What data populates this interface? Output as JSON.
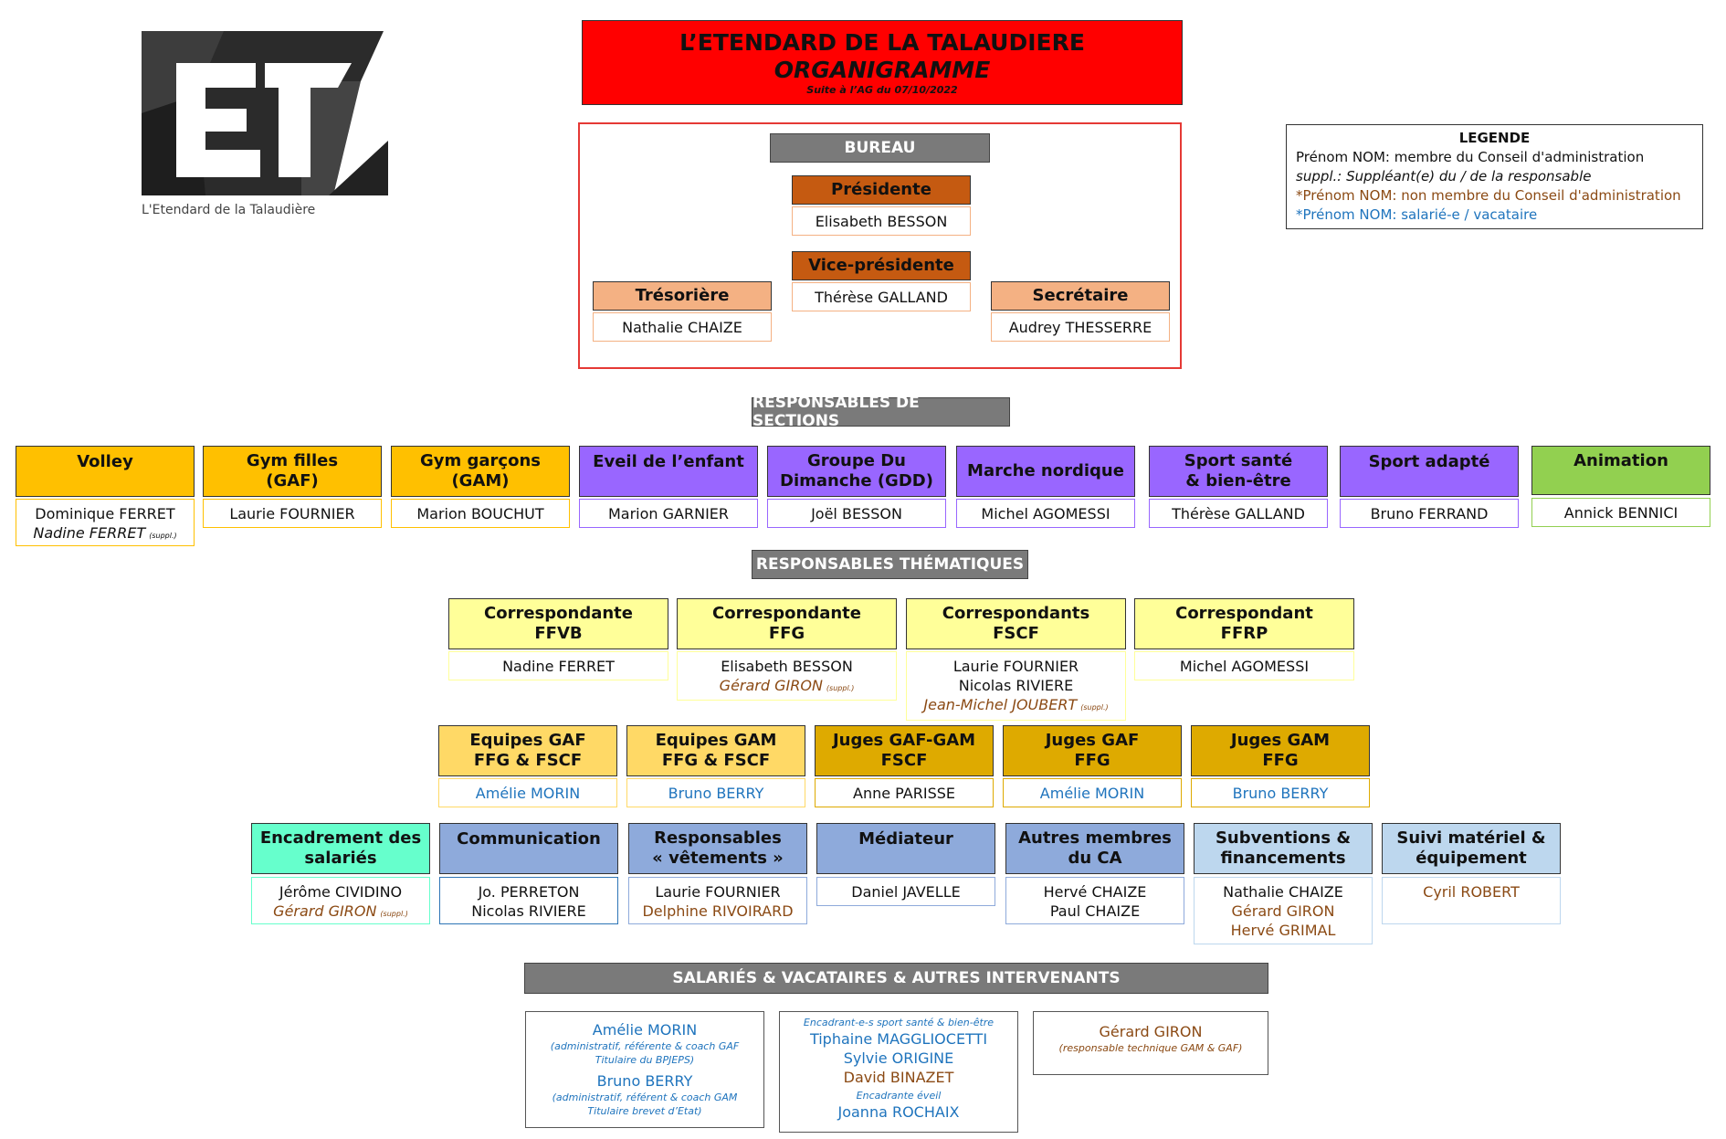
{
  "logo": {
    "caption": "L'Etendard de la Talaudière"
  },
  "title": {
    "line1": "L’ETENDARD DE LA TALAUDIERE",
    "line2": "ORGANIGRAMME",
    "line3": "Suite à l’AG du 07/10/2022"
  },
  "legend": {
    "title": "LEGENDE",
    "l1": "Prénom NOM: membre du Conseil d'administration",
    "l2": "suppl.: Suppléant(e)  du / de la responsable",
    "l3": "*Prénom  NOM: non membre du Conseil d'administration",
    "l4": "*Prénom  NOM: salarié-e  / vacataire"
  },
  "bureau": {
    "title": "BUREAU",
    "presidente": {
      "role": "Présidente",
      "name": "Elisabeth  BESSON"
    },
    "vice": {
      "role": "Vice-présidente",
      "name": "Thérèse  GALLAND"
    },
    "tresoriere": {
      "role": "Trésorière",
      "name": "Nathalie  CHAIZE"
    },
    "secretaire": {
      "role": "Secrétaire",
      "name": "Audrey  THESSERRE"
    }
  },
  "sections": {
    "title": "RESPONSABLES DE SECTIONS",
    "volley": {
      "l1": "Volley",
      "n1": "Dominique  FERRET",
      "n2": "Nadine  FERRET",
      "supp": "(suppl.)"
    },
    "gaf": {
      "l1": "Gym filles",
      "l2": "(GAF)",
      "n1": "Laurie  FOURNIER"
    },
    "gam": {
      "l1": "Gym garçons",
      "l2": "(GAM)",
      "n1": "Marion  BOUCHUT"
    },
    "eveil": {
      "l1": "Eveil de l’enfant",
      "n1": "Marion  GARNIER"
    },
    "gdd": {
      "l1": "Groupe Du",
      "l2": "Dimanche (GDD)",
      "n1": "Joël  BESSON"
    },
    "marche": {
      "l1": "Marche nordique",
      "n1": "Michel  AGOMESSI"
    },
    "sante": {
      "l1": "Sport santé",
      "l2": "& bien-être",
      "n1": "Thérèse  GALLAND"
    },
    "adapte": {
      "l1": "Sport adapté",
      "n1": "Bruno  FERRAND"
    },
    "animation": {
      "l1": "Animation",
      "n1": "Annick  BENNICI"
    }
  },
  "thematiques": {
    "title": "RESPONSABLES THÉMATIQUES",
    "ffvb": {
      "l1": "Correspondante",
      "l2": "FFVB",
      "n1": "Nadine  FERRET"
    },
    "ffg": {
      "l1": "Correspondante",
      "l2": "FFG",
      "n1": "Elisabeth  BESSON",
      "n2": "Gérard  GIRON",
      "supp": "(suppl.)"
    },
    "fscf": {
      "l1": "Correspondants",
      "l2": "FSCF",
      "n1": "Laurie  FOURNIER",
      "n2": "Nicolas  RIVIERE",
      "n3": "Jean-Michel  JOUBERT",
      "supp": "(suppl.)"
    },
    "ffrp": {
      "l1": "Correspondant",
      "l2": "FFRP",
      "n1": "Michel  AGOMESSI"
    },
    "eq_gaf": {
      "l1": "Equipes GAF",
      "l2": "FFG & FSCF",
      "n1": "Amélie  MORIN"
    },
    "eq_gam": {
      "l1": "Equipes GAM",
      "l2": "FFG & FSCF",
      "n1": "Bruno  BERRY"
    },
    "juges_fscf": {
      "l1": "Juges GAF-GAM",
      "l2": "FSCF",
      "n1": "Anne  PARISSE"
    },
    "juges_gaf": {
      "l1": "Juges GAF",
      "l2": "FFG",
      "n1": "Amélie  MORIN"
    },
    "juges_gam": {
      "l1": "Juges GAM",
      "l2": "FFG",
      "n1": "Bruno  BERRY"
    },
    "encadrement": {
      "l1": "Encadrement des",
      "l2": "salariés",
      "n1": "Jérôme  CIVIDINO",
      "n2": "Gérard  GIRON",
      "supp": "(suppl.)"
    },
    "communication": {
      "l1": "Communication",
      "n1": "Jo.  PERRETON",
      "n2": "Nicolas  RIVIERE"
    },
    "vetements": {
      "l1": "Responsables",
      "l2": "« vêtements »",
      "n1": "Laurie  FOURNIER",
      "n2": "Delphine  RIVOIRARD"
    },
    "mediateur": {
      "l1": "Médiateur",
      "n1": "Daniel  JAVELLE"
    },
    "autres": {
      "l1": "Autres membres",
      "l2": "du CA",
      "n1": "Hervé  CHAIZE",
      "n2": "Paul  CHAIZE"
    },
    "subventions": {
      "l1": "Subventions &",
      "l2": "financements",
      "n1": "Nathalie  CHAIZE",
      "n2": "Gérard  GIRON",
      "n3": "Hervé  GRIMAL"
    },
    "materiel": {
      "l1": "Suivi matériel &",
      "l2": "équipement",
      "n1": "Cyril  ROBERT"
    }
  },
  "salaries": {
    "title": "SALARIÉS & VACATAIRES & AUTRES INTERVENANTS",
    "box1": {
      "n1": "Amélie  MORIN",
      "d1a": "(administratif,  référente & coach  GAF",
      "d1b": "Titulaire du BPJEPS)",
      "n2": "Bruno  BERRY",
      "d2a": "(administratif,  référent & coach GAM",
      "d2b": "Titulaire brevet d’Etat)"
    },
    "box2": {
      "h1": "Encadrant-e-s  sport santé & bien-être",
      "n1": "Tiphaine  MAGGLIOCETTI",
      "n2": "Sylvie  ORIGINE",
      "n3": "David  BINAZET",
      "h2": "Encadrante  éveil",
      "n4": "Joanna  ROCHAIX"
    },
    "box3": {
      "n1": "Gérard  GIRON",
      "d1": "(responsable technique  GAM & GAF)"
    }
  },
  "colors": {
    "title_red": "#ff0000",
    "bureau_role": "#c55a11",
    "bureau_peach": "#f4b183",
    "yellow": "#ffc000",
    "purple": "#9966ff",
    "green": "#92d050",
    "light_yellow": "#ffff99",
    "gold": "#ffd966",
    "dark_gold": "#deaa00",
    "mint": "#66ffcc",
    "steel": "#8eaadb",
    "pale_blue": "#bdd7ee"
  }
}
